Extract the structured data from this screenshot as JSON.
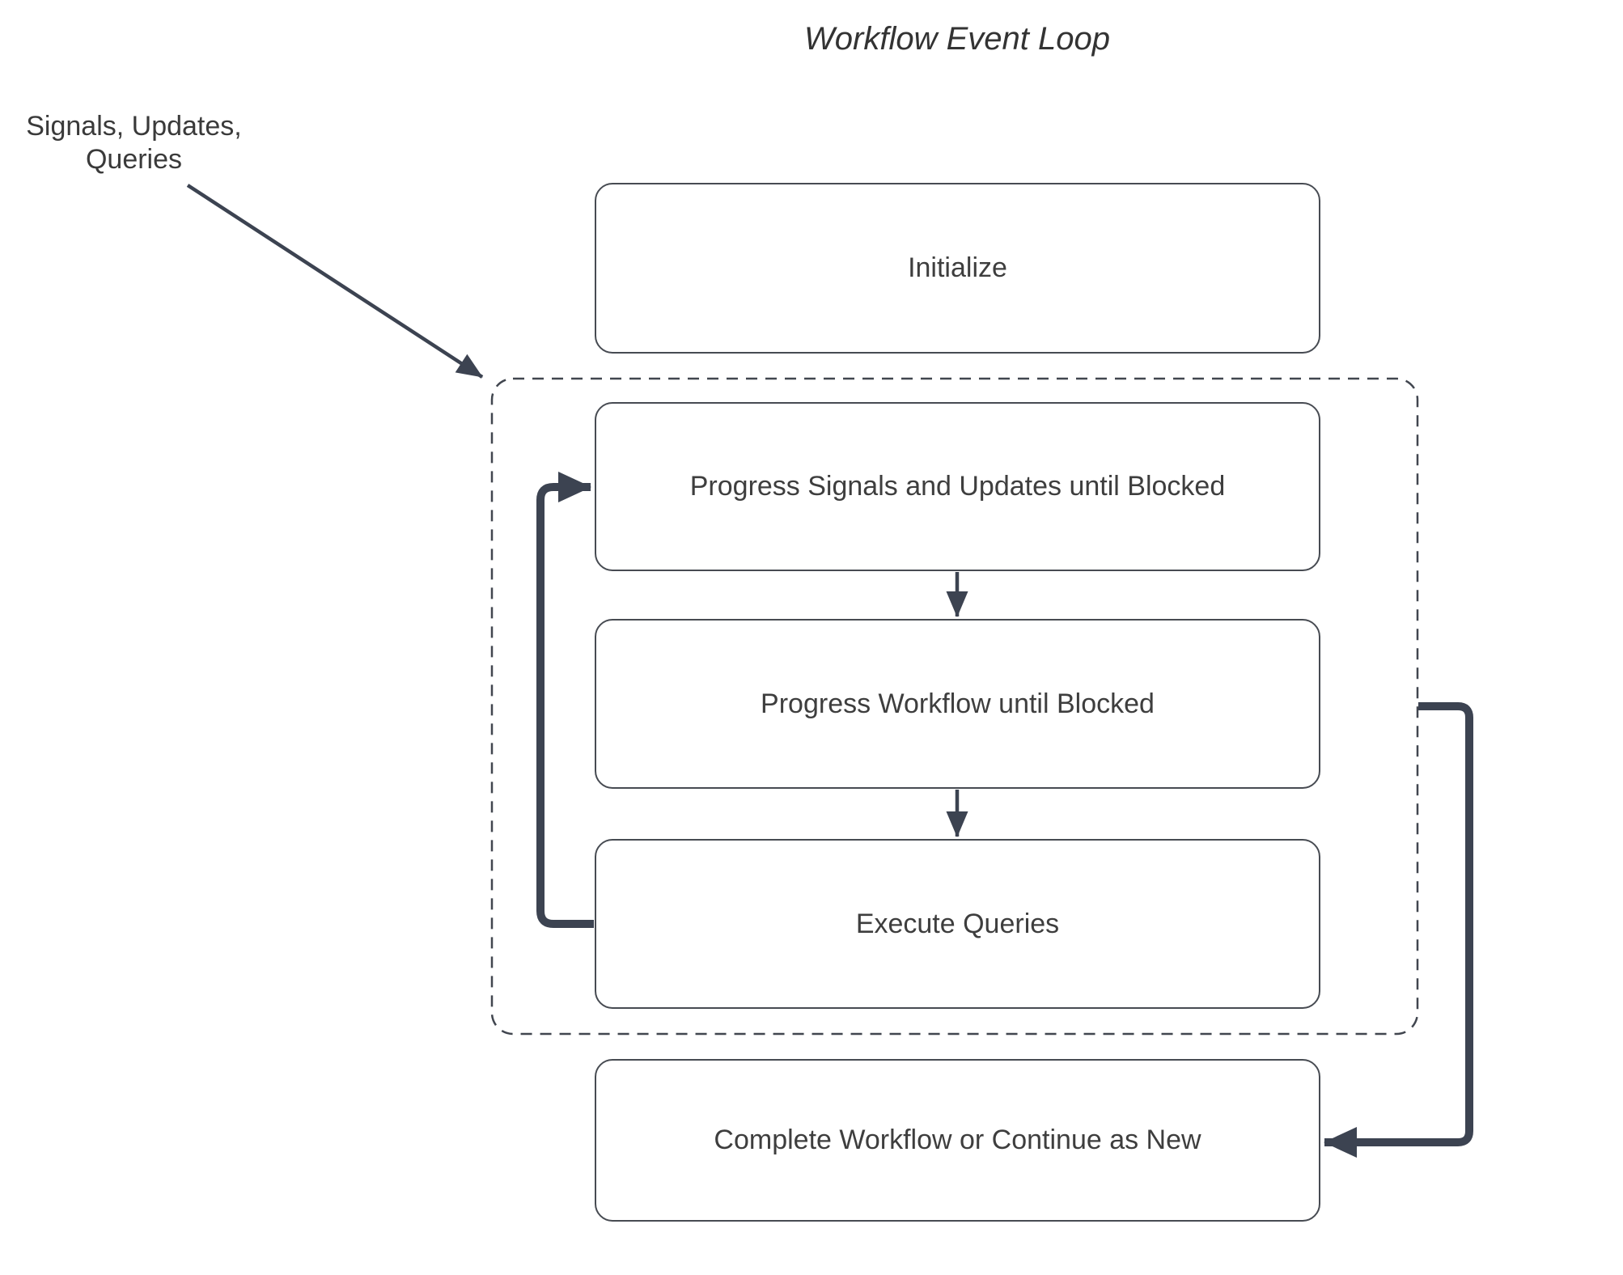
{
  "title": "Workflow Event Loop",
  "annotation": {
    "label": "Signals, Updates,\nQueries"
  },
  "nodes": [
    {
      "id": "initialize",
      "label": "Initialize"
    },
    {
      "id": "progress-signals",
      "label": "Progress Signals and Updates until Blocked"
    },
    {
      "id": "progress-workflow",
      "label": "Progress Workflow until Blocked"
    },
    {
      "id": "execute-queries",
      "label": "Execute Queries"
    },
    {
      "id": "complete-workflow",
      "label": "Complete Workflow or Continue as New"
    }
  ],
  "edges": [
    {
      "from": "signals-updates-queries-annotation",
      "to": "event-loop-group",
      "style": "thin-arrow"
    },
    {
      "from": "progress-signals",
      "to": "progress-workflow",
      "style": "thin-arrow"
    },
    {
      "from": "progress-workflow",
      "to": "execute-queries",
      "style": "thin-arrow"
    },
    {
      "from": "execute-queries",
      "to": "progress-signals",
      "style": "thick-loop-arrow"
    },
    {
      "from": "event-loop-group",
      "to": "complete-workflow",
      "style": "thick-loop-arrow"
    }
  ],
  "group": {
    "id": "event-loop-group",
    "border_style": "dashed",
    "contains": [
      "progress-signals",
      "progress-workflow",
      "execute-queries"
    ]
  },
  "colors": {
    "background": "#ffffff",
    "node_fill": "#ffffff",
    "node_border": "#474b52",
    "group_border": "#41464f",
    "edge": "#3c4351",
    "text": "#3e3e3e",
    "title_text": "#333333"
  }
}
